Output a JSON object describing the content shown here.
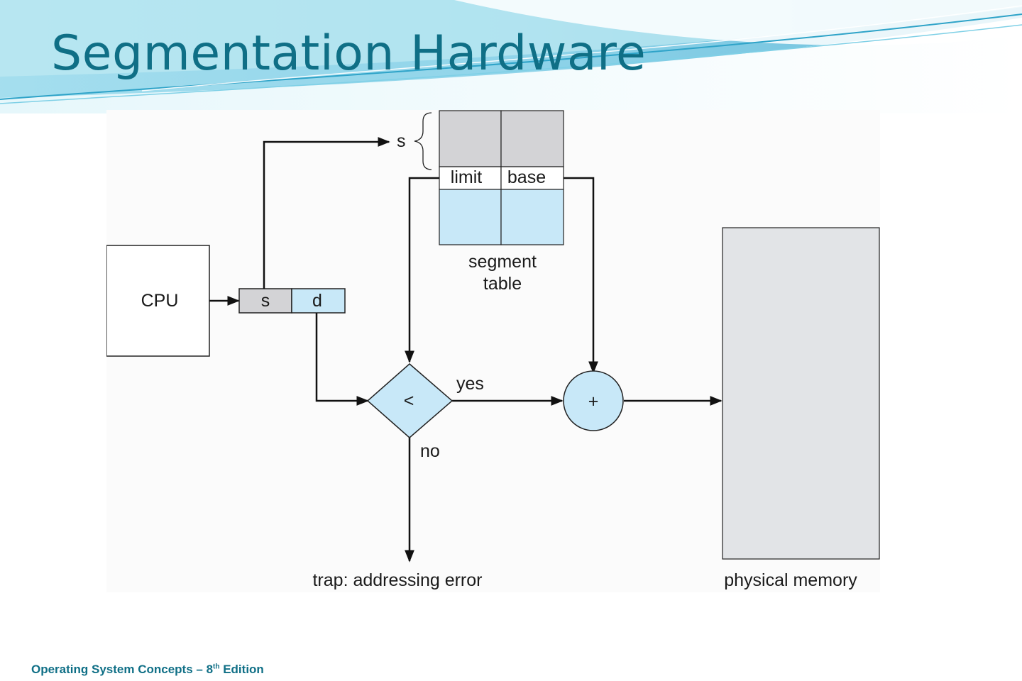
{
  "slide": {
    "title": "Segmentation Hardware",
    "footer": {
      "prefix": "Operating System Concepts – 8",
      "superscript": "th",
      "suffix": " Edition"
    }
  },
  "diagram": {
    "cpu_label": "CPU",
    "address": {
      "s": "s",
      "d": "d"
    },
    "segment_index_label": "s",
    "segment_table": {
      "limit_label": "limit",
      "base_label": "base",
      "caption_line1": "segment",
      "caption_line2": "table"
    },
    "compare_symbol": "<",
    "adder_symbol": "+",
    "yes_label": "yes",
    "no_label": "no",
    "trap_label": "trap: addressing error",
    "memory_label": "physical memory"
  },
  "colors": {
    "title": "#0f6f86",
    "banner_light": "#bfeaf2",
    "banner_mid": "#7fd0e6",
    "banner_dark": "#2ea3c8",
    "gray_cell": "#d3d3d6",
    "blue_cell": "#c8e8f8",
    "memory": "#e2e4e7"
  }
}
